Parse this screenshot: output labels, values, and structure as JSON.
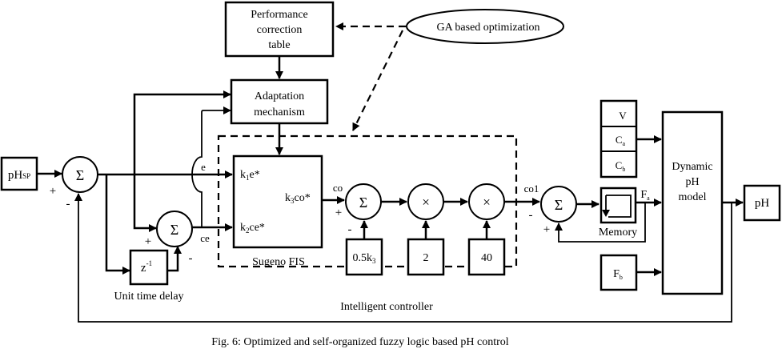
{
  "figure": {
    "caption": "Fig. 6: Optimized and self-organized fuzzy logic based pH control"
  },
  "blocks": {
    "ph_setpoint": {
      "label": "pH",
      "sub": "SP"
    },
    "performance_table": {
      "lines": [
        "Performance",
        "correction",
        "table"
      ]
    },
    "adaptation": {
      "lines": [
        "Adaptation",
        "mechanism"
      ]
    },
    "ga_optimization": {
      "label": "GA based optimization"
    },
    "sugeno_fis": {
      "in1": {
        "pre": "k",
        "sub": "1",
        "post": "e*"
      },
      "in2": {
        "pre": "k",
        "sub": "2",
        "post": "ce*"
      },
      "out": {
        "pre": "k",
        "sub": "3",
        "post": "co*"
      },
      "caption": "Sugeno FIS"
    },
    "delay": {
      "label": "z",
      "sup": "-1",
      "caption": "Unit time delay"
    },
    "gain_half_k3": {
      "pre": "0.5k",
      "sub": "3"
    },
    "gain_2": {
      "label": "2"
    },
    "gain_40": {
      "label": "40"
    },
    "intelligent_controller": {
      "caption": "Intelligent controller"
    },
    "params": {
      "v": {
        "label": "V"
      },
      "ca": {
        "pre": "C",
        "sub": "a"
      },
      "cb": {
        "pre": "C",
        "sub": "b"
      }
    },
    "memory": {
      "caption": "Memory"
    },
    "fb": {
      "pre": "F",
      "sub": "b"
    },
    "plant": {
      "lines": [
        "Dynamic",
        "pH",
        "model"
      ]
    },
    "ph_out": {
      "label": "pH"
    }
  },
  "operators": {
    "sum": "Σ",
    "mult": "×"
  },
  "signals": {
    "e": "e",
    "ce": "ce",
    "co": "co",
    "co1": "co1",
    "fa": {
      "pre": "F",
      "sub": "a"
    }
  },
  "signs": {
    "plus": "+",
    "minus": "-"
  }
}
